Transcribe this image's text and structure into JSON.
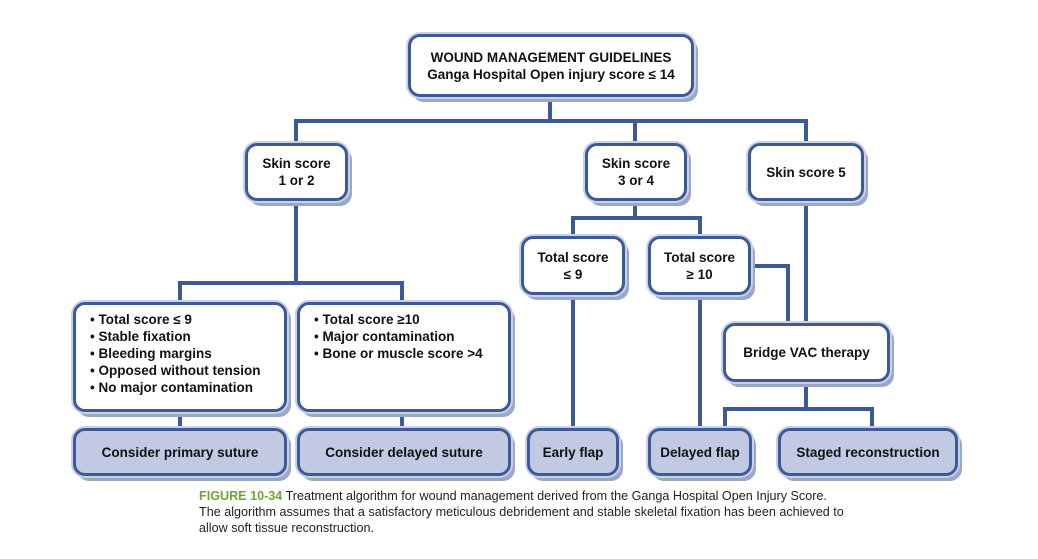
{
  "header": {
    "title": "WOUND MANAGEMENT GUIDELINES",
    "subtitle": "Ganga Hospital Open injury score ≤ 14"
  },
  "skin_scores": [
    {
      "line1": "Skin score",
      "line2": "1 or 2"
    },
    {
      "line1": "Skin score",
      "line2": "3 or 4"
    },
    {
      "line1": "Skin score 5"
    }
  ],
  "total_scores": [
    {
      "line1": "Total score",
      "line2": "≤ 9"
    },
    {
      "line1": "Total score",
      "line2": "≥ 10"
    }
  ],
  "criteria": {
    "primary": [
      "Total score ≤ 9",
      "Stable fixation",
      "Bleeding margins",
      "Opposed without tension",
      "No major contamination"
    ],
    "delayed": [
      "Total score ≥10",
      "Major contamination",
      "Bone or muscle score >4"
    ]
  },
  "vac": {
    "label": "Bridge VAC therapy"
  },
  "outcomes": [
    "Consider primary suture",
    "Consider delayed suture",
    "Early flap",
    "Delayed flap",
    "Staged reconstruction"
  ],
  "caption": {
    "figure_label": "FIGURE 10-34",
    "text": "Treatment algorithm for wound management derived from the Ganga Hospital Open Injury Score. The algorithm assumes that a satisfactory meticulous debridement and stable skeletal fixation has been achieved to allow soft tissue reconstruction."
  },
  "colors": {
    "box_border": "#3d5a98",
    "outcome_fill": "#c2c9e2",
    "connector": "#3d5a98",
    "figure_label": "#6fa534"
  }
}
